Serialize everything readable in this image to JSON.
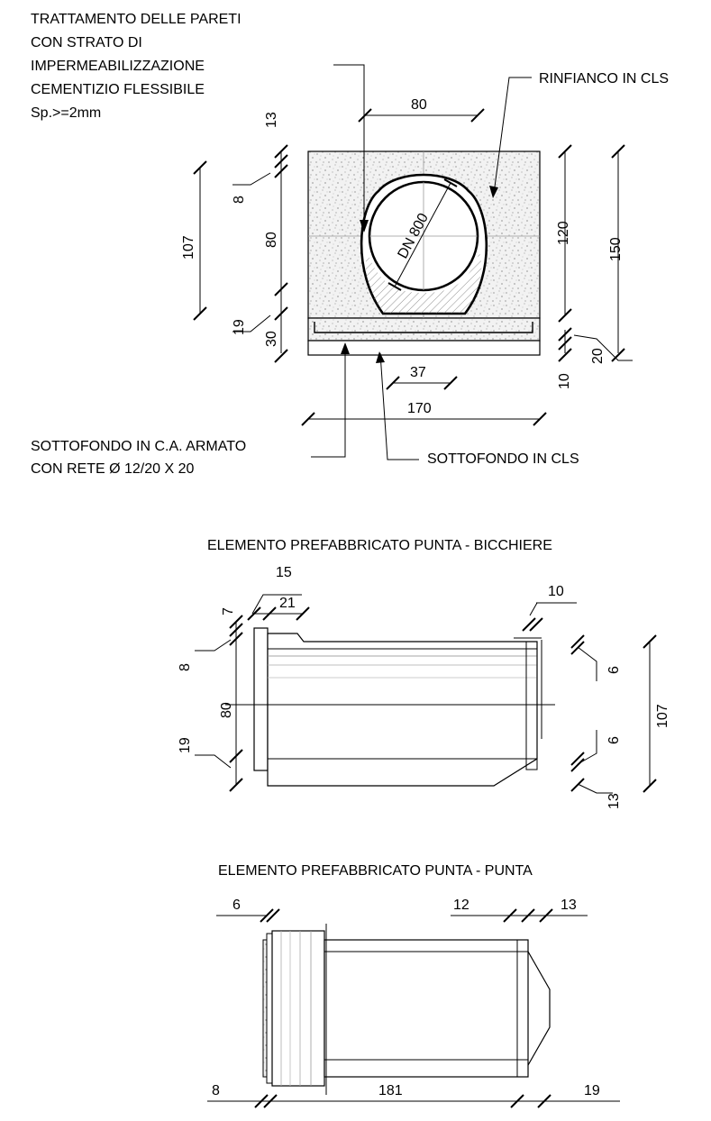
{
  "section": {
    "note_left": [
      "TRATTAMENTO DELLE PARETI",
      "CON STRATO DI",
      "IMPERMEABILIZZAZIONE",
      "CEMENTIZIO FLESSIBILE",
      "Sp.>=2mm"
    ],
    "note_right": "RINFIANCO IN CLS",
    "pipe_label": "DN 800",
    "base_left": [
      "SOTTOFONDO IN C.A. ARMATO",
      "CON RETE Ø 12/20 X 20"
    ],
    "base_right": "SOTTOFONDO IN CLS",
    "dims": {
      "top_80": "80",
      "d13": "13",
      "d8": "8",
      "d80": "80",
      "d107": "107",
      "d19": "19",
      "d30": "30",
      "d120": "120",
      "d150": "150",
      "d20": "20",
      "d10": "10",
      "d37": "37",
      "d170": "170"
    }
  },
  "elem1": {
    "title": "ELEMENTO PREFABBRICATO PUNTA - BICCHIERE",
    "dims": {
      "d15": "15",
      "d21": "21",
      "d7": "7",
      "d10": "10",
      "d8": "8",
      "d80": "80",
      "d19": "19",
      "d6a": "6",
      "d6b": "6",
      "d107": "107",
      "d13": "13"
    }
  },
  "elem2": {
    "title": "ELEMENTO PREFABBRICATO PUNTA - PUNTA",
    "dims": {
      "d6": "6",
      "d12": "12",
      "d13": "13",
      "d8": "8",
      "d181": "181",
      "d19": "19"
    }
  }
}
